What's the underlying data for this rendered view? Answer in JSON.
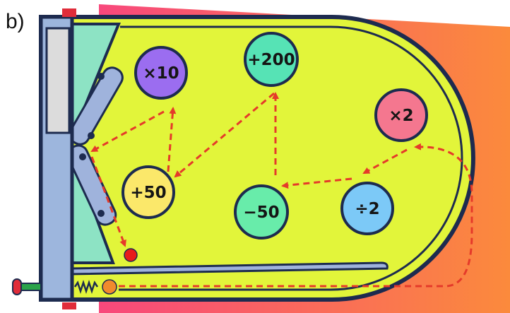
{
  "part_label": "b)",
  "bumpers": [
    {
      "id": "times10",
      "label": "×10",
      "color": "#9b6df0"
    },
    {
      "id": "plus200",
      "label": "+200",
      "color": "#56e3b5"
    },
    {
      "id": "times2",
      "label": "×2",
      "color": "#f4778f"
    },
    {
      "id": "plus50",
      "label": "+50",
      "color": "#fbe86a"
    },
    {
      "id": "minus50",
      "label": "−50",
      "color": "#68ecaa"
    },
    {
      "id": "div2",
      "label": "÷2",
      "color": "#7cc9f7"
    }
  ],
  "colors": {
    "playfield": "#e2f53a",
    "outline": "#1d2b4f",
    "side_panel": "#9db6dd",
    "flipper": "#9fb3dc",
    "ramp": "#8de3c4",
    "path_arrow": "#e53a2a",
    "ball_red": "#e81b1b",
    "ball_orange": "#f08a2d",
    "background_gradient": [
      "#f8487c",
      "#fb8a3c"
    ]
  }
}
